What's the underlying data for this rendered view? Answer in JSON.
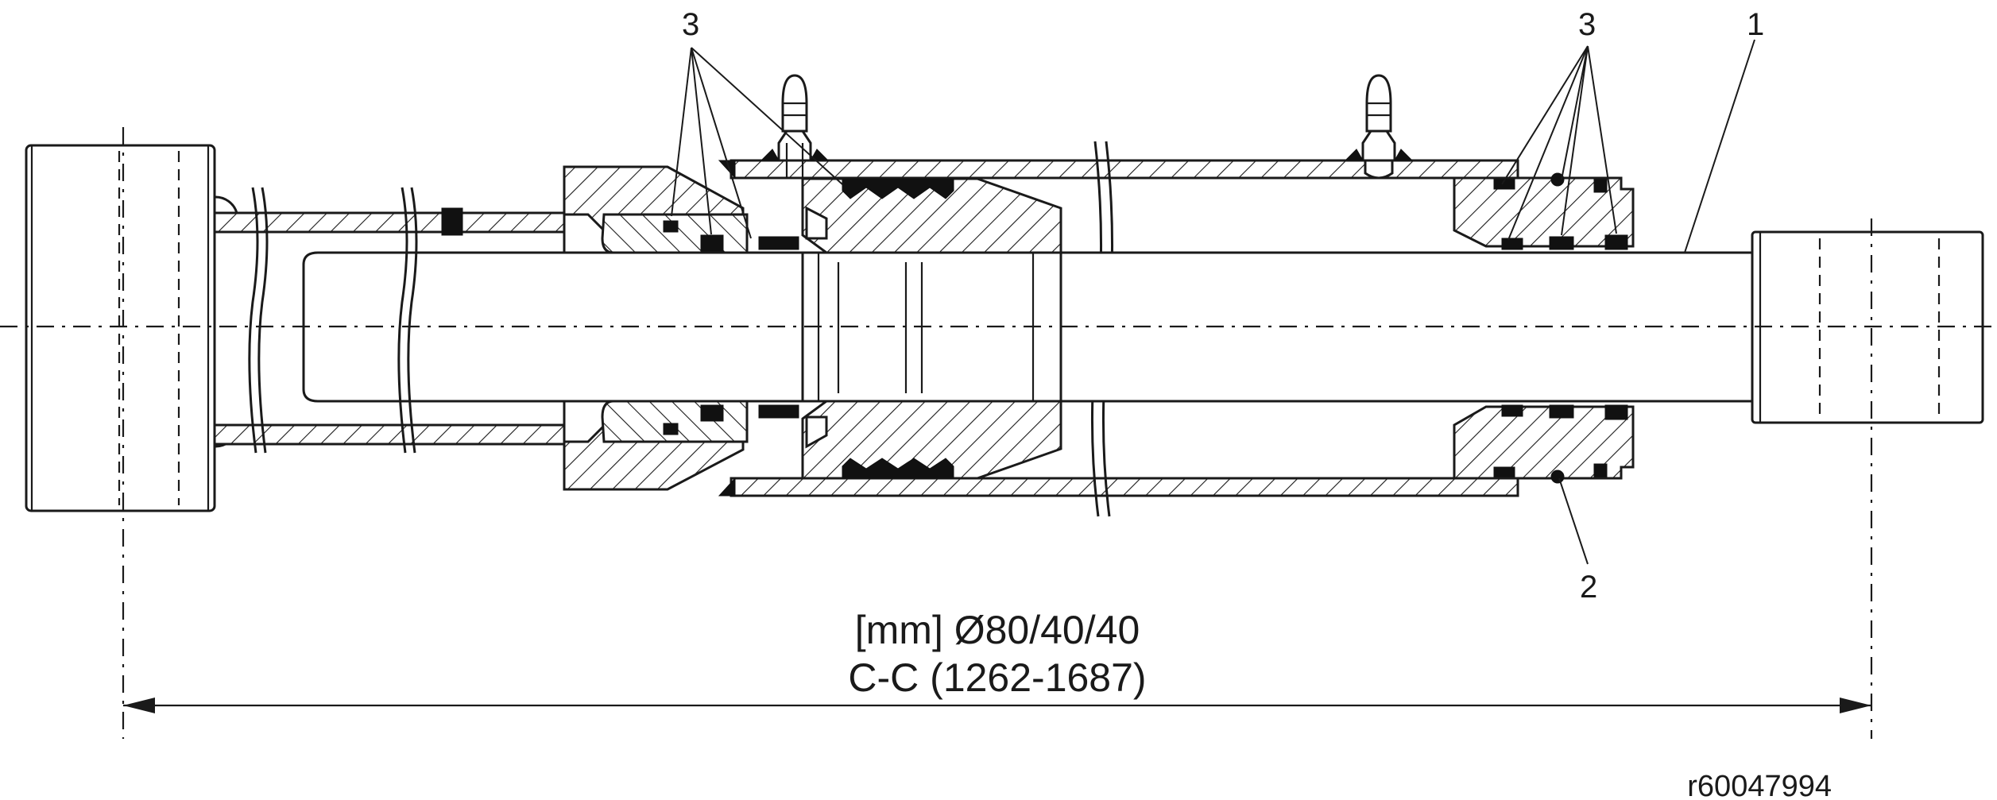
{
  "callouts": {
    "seals_left": "3",
    "seals_right": "3",
    "rod": "1",
    "oring": "2"
  },
  "dimension": {
    "line1": "[mm] Ø80/40/40",
    "line2": "C-C (1262-1687)"
  },
  "reference_code": "r60047994"
}
